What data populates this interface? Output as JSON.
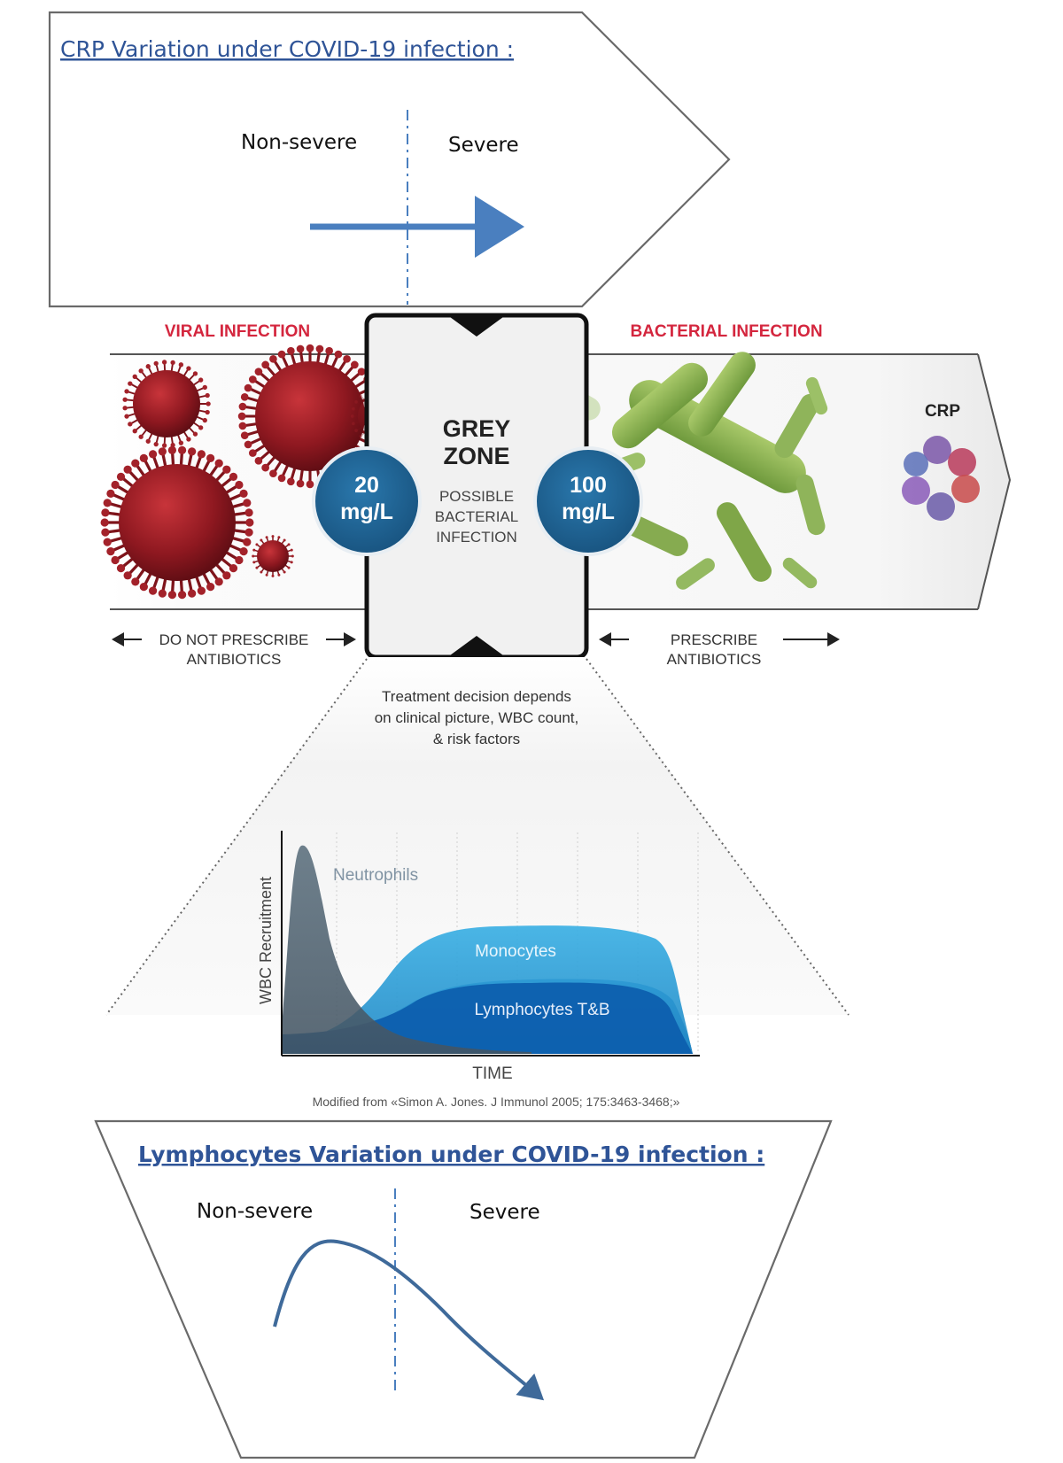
{
  "crp_panel": {
    "title": "CRP Variation under COVID-19 infection :",
    "left_label": "Non-severe",
    "right_label": "Severe"
  },
  "infection_band": {
    "viral_label": "VIRAL INFECTION",
    "bacterial_label": "BACTERIAL INFECTION",
    "crp_label": "CRP",
    "left_threshold": {
      "value": "20",
      "unit": "mg/L"
    },
    "right_threshold": {
      "value": "100",
      "unit": "mg/L"
    },
    "grey_zone": {
      "title_line1": "GREY",
      "title_line2": "ZONE",
      "desc_line1": "POSSIBLE",
      "desc_line2": "BACTERIAL",
      "desc_line3": "INFECTION"
    },
    "left_advice_line1": "DO NOT PRESCRIBE",
    "left_advice_line2": "ANTIBIOTICS",
    "right_advice_line1": "PRESCRIBE",
    "right_advice_line2": "ANTIBIOTICS",
    "treatment_line1": "Treatment decision depends",
    "treatment_line2": "on clinical picture, WBC count,",
    "treatment_line3": "& risk factors"
  },
  "wbc_chart": {
    "ylabel": "WBC Recruitment",
    "xlabel": "TIME",
    "series": [
      "Neutrophils",
      "Monocytes",
      "Lymphocytes T&B"
    ],
    "source": "Modified from «Simon A. Jones. J Immunol 2005; 175:3463-3468;»"
  },
  "lymph_panel": {
    "title": "Lymphocytes Variation under COVID-19 infection :",
    "left_label": "Non-severe",
    "right_label": "Severe"
  },
  "colors": {
    "accent_blue": "#4a7fbf",
    "title_blue": "#2f5497",
    "label_red": "#d4263e",
    "badge_blue": "#1d5e8c",
    "neutrophils": "#5b6f7d",
    "monocytes": "#35a4db",
    "lymphocytes": "#0d5fae"
  }
}
